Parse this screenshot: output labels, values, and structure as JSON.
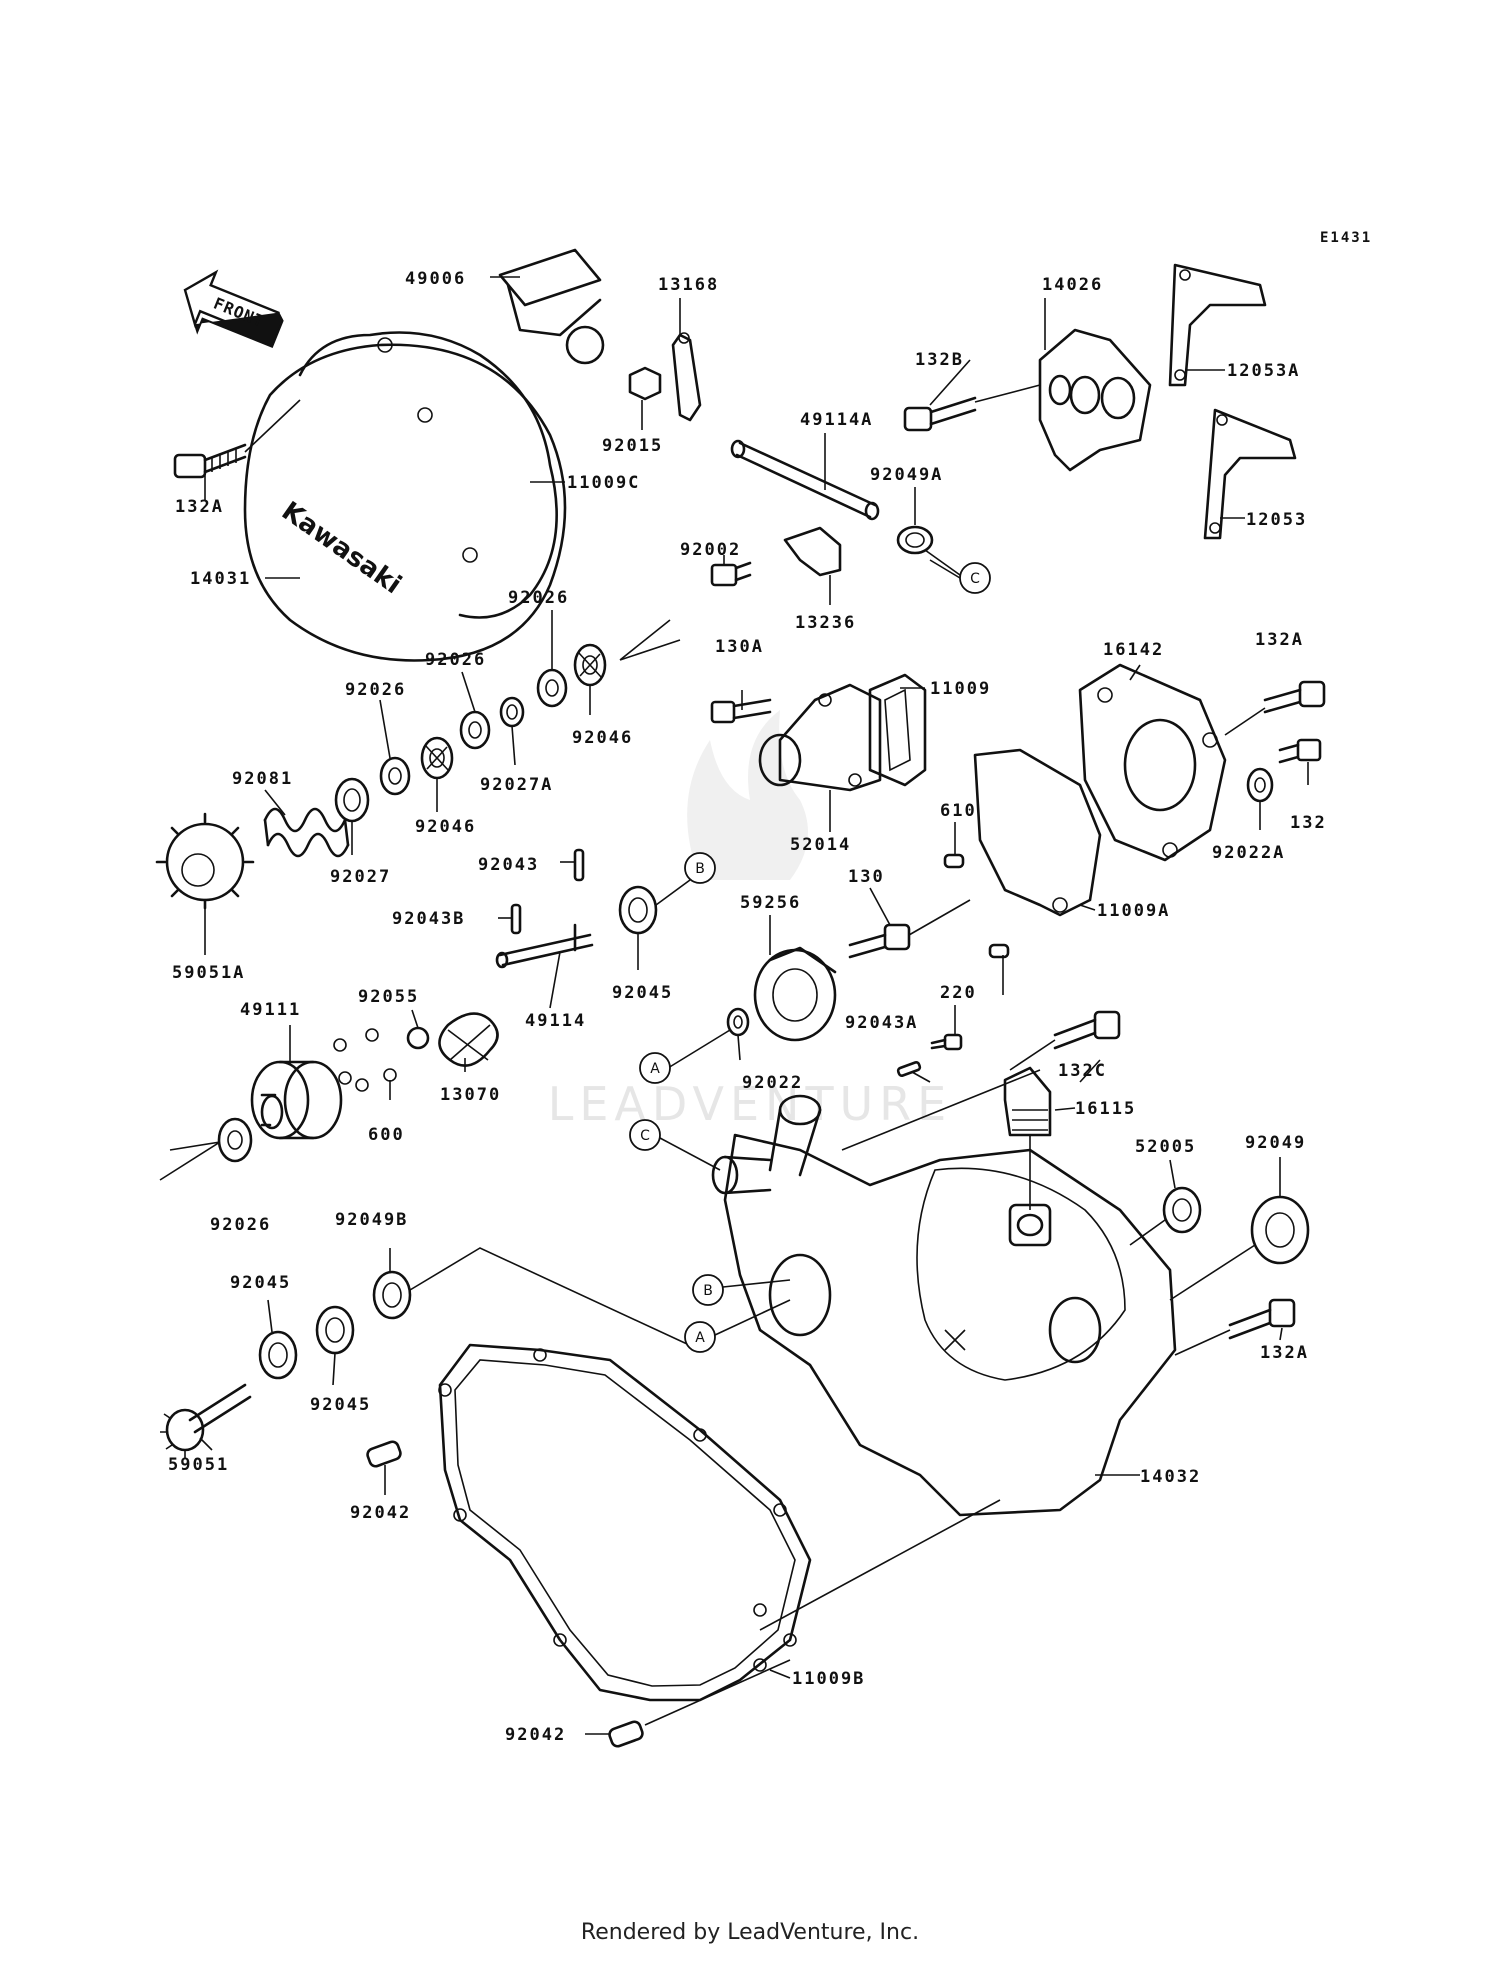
{
  "diagram_code": "E1431",
  "front_label": "FRONT",
  "brand_mark": "Kawasaki",
  "watermark": "LEADVENTURE",
  "footer": "Rendered by LeadVenture, Inc.",
  "callouts": [
    "A",
    "B",
    "C"
  ],
  "parts": [
    "49006",
    "13168",
    "14026",
    "12053A",
    "12053",
    "132B",
    "92015",
    "49114A",
    "92049A",
    "92002",
    "13236",
    "132A",
    "11009C",
    "14031",
    "92026",
    "92046",
    "92027A",
    "92081",
    "92027",
    "59051A",
    "130A",
    "11009",
    "52014",
    "16142",
    "132",
    "92022A",
    "610",
    "11009A",
    "130",
    "59256",
    "92045",
    "92043",
    "92043B",
    "49114",
    "92055",
    "13070",
    "49111",
    "600",
    "220",
    "92022",
    "92043A",
    "132C",
    "16115",
    "52005",
    "92049",
    "92049B",
    "59051",
    "92042",
    "14032",
    "11009B"
  ]
}
